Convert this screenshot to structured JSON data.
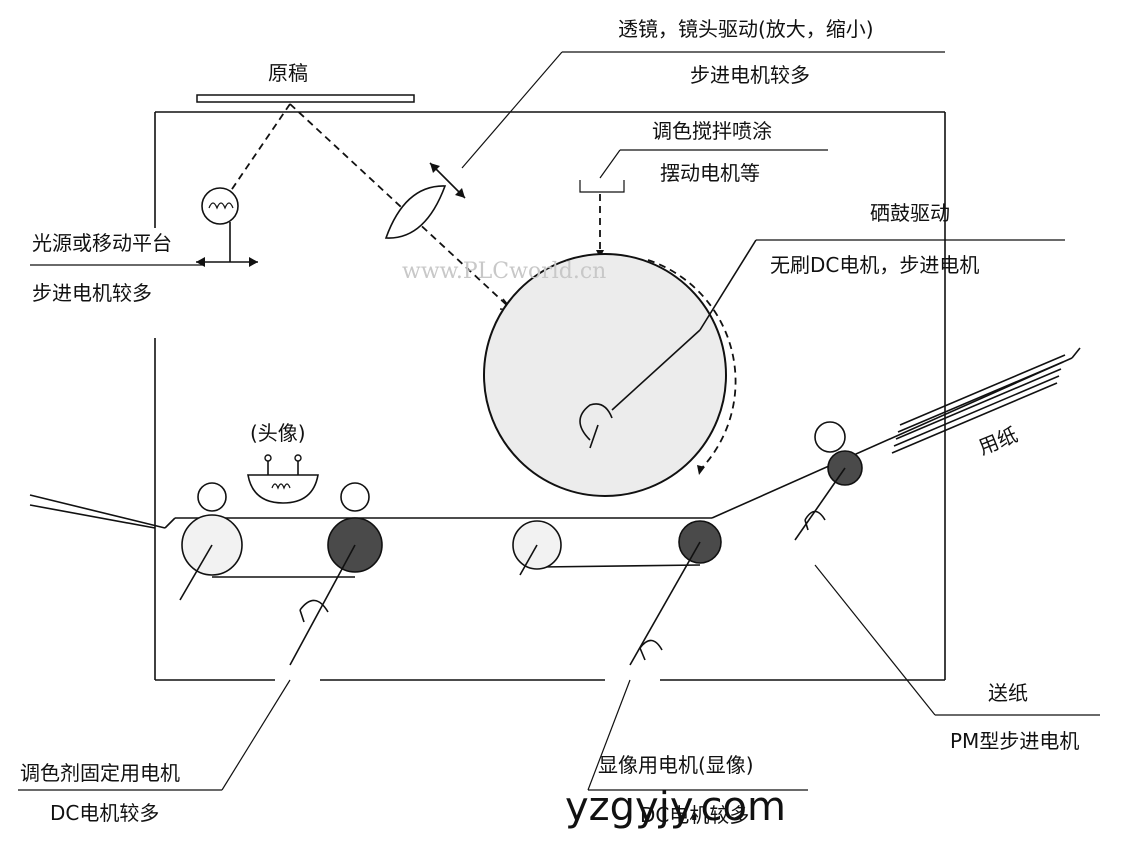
{
  "labels": {
    "original": "原稿",
    "lens_line1": "透镜，镜头驱动(放大，缩小)",
    "lens_line2": "步进电机较多",
    "toner_line1": "调色搅拌喷涂",
    "toner_line2": "摆动电机等",
    "light_line1": "光源或移动平台",
    "light_line2": "步进电机较多",
    "drum_line1": "硒鼓驱动",
    "drum_line2": "无刷DC电机，步进电机",
    "head": "(头像)",
    "paper": "用纸",
    "feed_line1": "送纸",
    "feed_line2": "PM型步进电机",
    "fix_line1": "调色剂固定用电机",
    "fix_line2": "DC电机较多",
    "dev_line1": "显像用电机(显像)",
    "dev_line2": "DC电机较多"
  },
  "watermark": "www.PLCworld.cn",
  "site_mark": "yzgyjy.com",
  "colors": {
    "line": "#111111",
    "drum_fill": "#ececec",
    "roller_dark": "#4a4a4a",
    "roller_light": "#f2f2f2"
  }
}
